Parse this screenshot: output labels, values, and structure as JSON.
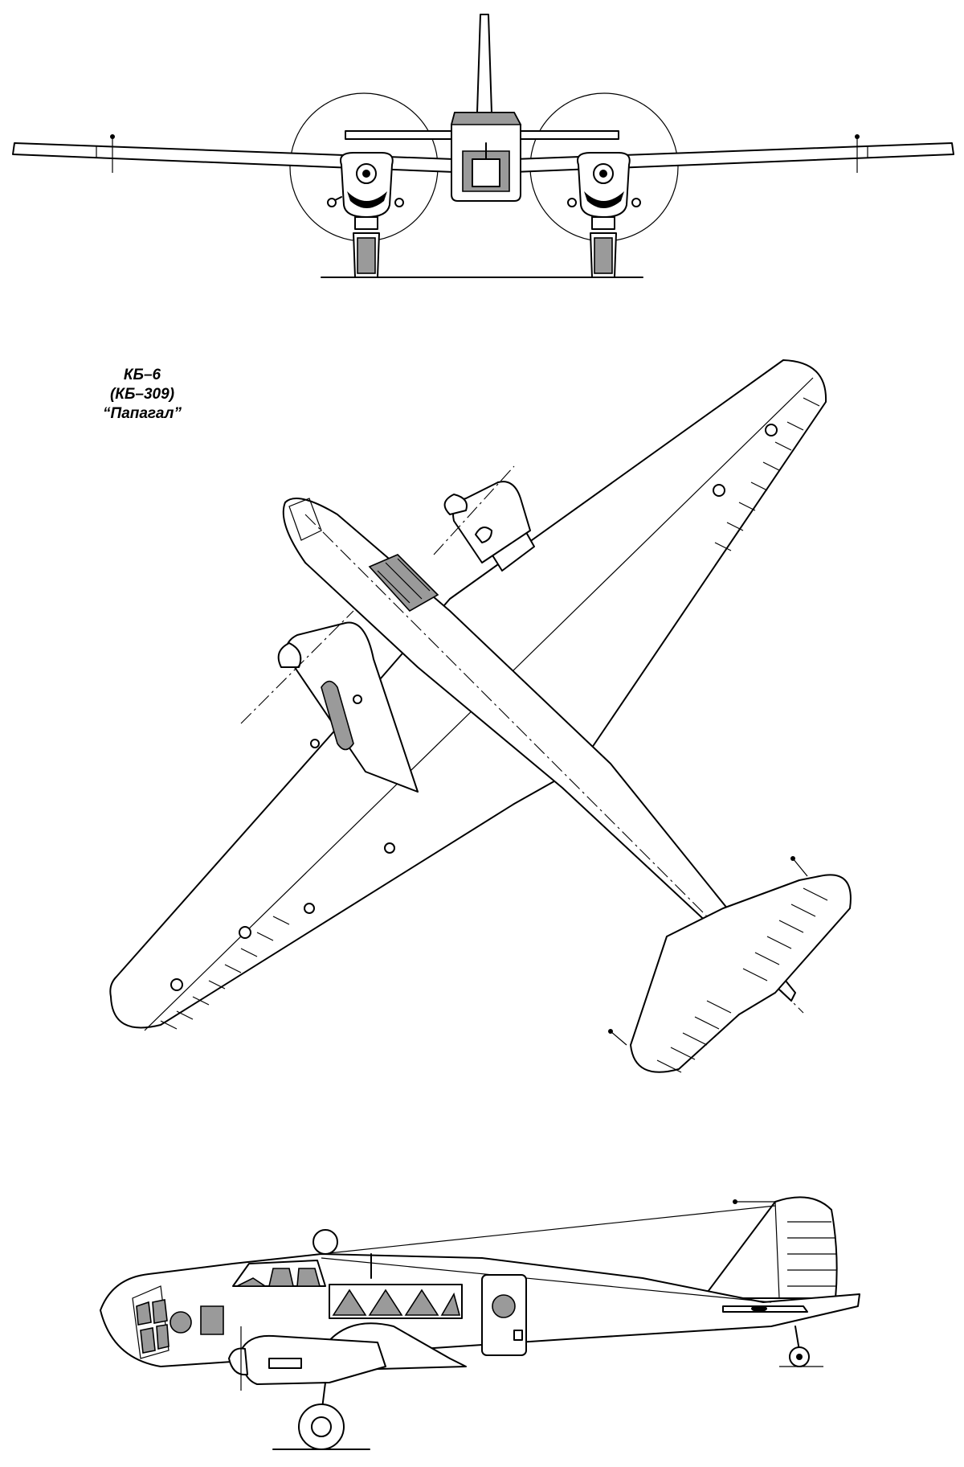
{
  "title": {
    "designation": "КБ–6",
    "alt_designation": "(КБ–309)",
    "name": "“Папагал”"
  }
}
